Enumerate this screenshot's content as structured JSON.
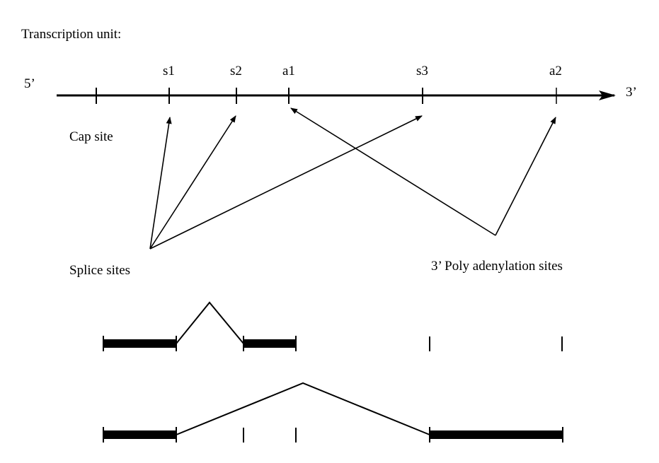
{
  "title": "Transcription unit:",
  "ends": {
    "five": "5’",
    "three": "3’"
  },
  "sites": {
    "s1": "s1",
    "s2": "s2",
    "a1": "a1",
    "s3": "s3",
    "a2": "a2"
  },
  "labels": {
    "cap": "Cap site",
    "splice": "Splice sites",
    "poly": "3’ Poly adenylation sites"
  }
}
